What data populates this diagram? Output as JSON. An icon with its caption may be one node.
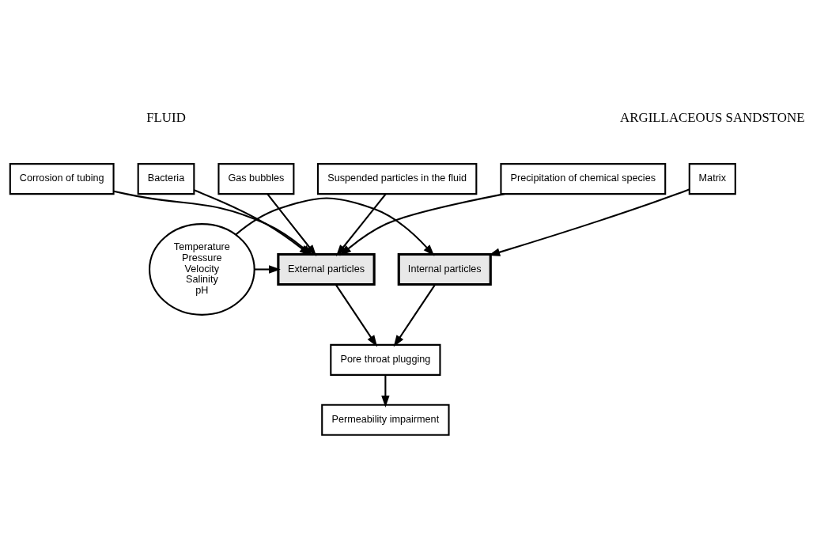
{
  "diagram": {
    "nodes": [
      {
        "text": [
          "Matrix"
        ]
      },
      {
        "text": [
          "Internal particles"
        ]
      },
      {
        "text": [
          "Temperature",
          "Pressure",
          "Velocity",
          "Salinity",
          "pH"
        ]
      },
      {
        "text": [
          "Corrosion of tubing"
        ]
      },
      {
        "text": [
          "Bacteria"
        ]
      },
      {
        "text": [
          "Gas bubbles"
        ]
      },
      {
        "text": [
          "Suspended particles in the fluid"
        ]
      },
      {
        "text": [
          "Precipitation of chemical species"
        ]
      },
      {
        "text": [
          "External particles"
        ]
      },
      {
        "text": [
          "Pore throat plugging"
        ]
      },
      {
        "text": [
          "Permeability impairment"
        ]
      }
    ],
    "edges": [
      {
        "from": 0,
        "to": 1,
        "arrow": "to"
      },
      {
        "from": 2,
        "to": 1,
        "arrow": "to"
      },
      {
        "from": 2,
        "to": 8,
        "arrow": "to"
      },
      {
        "from": 3,
        "to": 8,
        "arrow": "to"
      },
      {
        "from": 4,
        "to": 8,
        "arrow": "to"
      },
      {
        "from": 5,
        "to": 8,
        "arrow": "to"
      },
      {
        "from": 6,
        "to": 8,
        "arrow": "to"
      },
      {
        "from": 7,
        "to": 8,
        "arrow": "to"
      },
      {
        "from": 1,
        "to": 9,
        "arrow": "to"
      },
      {
        "from": 8,
        "to": 9,
        "arrow": "to"
      },
      {
        "from": 9,
        "to": 10,
        "arrow": "to"
      }
    ],
    "labels": [
      "ARGILLACEOUS SANDSTONE",
      "FLUID"
    ]
  }
}
